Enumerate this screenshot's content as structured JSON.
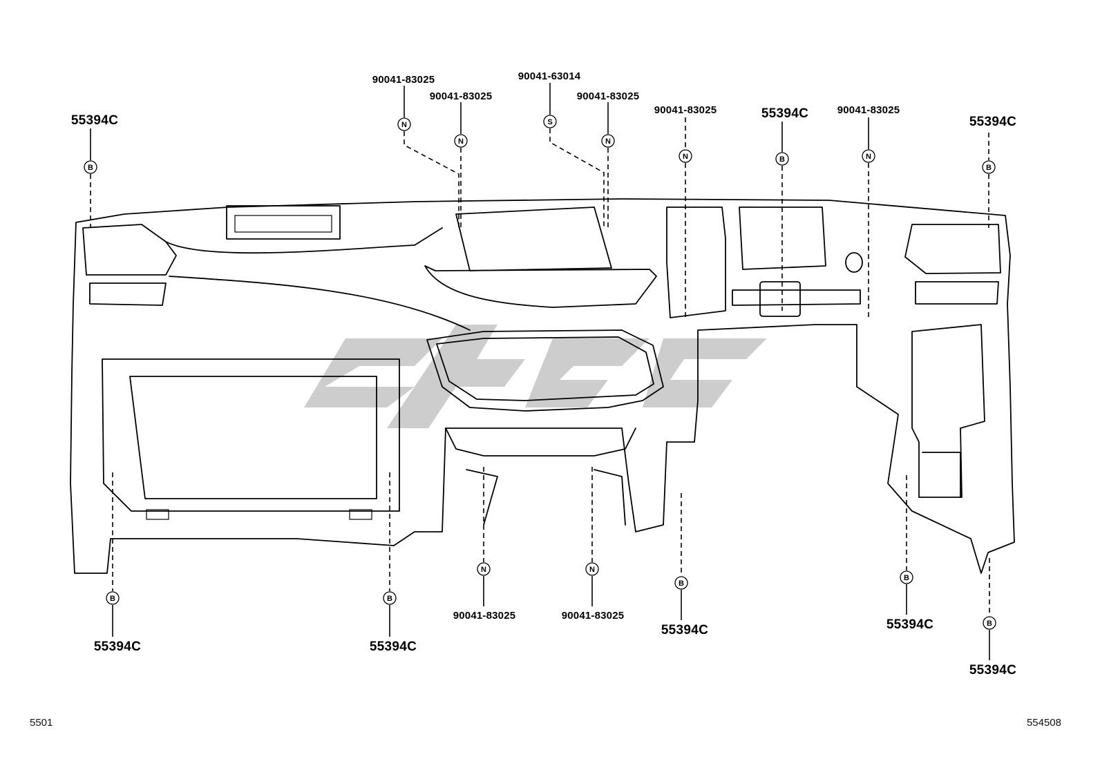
{
  "parts": {
    "clip": "55394C",
    "bolt_a": "90041-83025",
    "bolt_b": "90041-63014"
  },
  "badges": {
    "b": "B",
    "n": "N",
    "s": "S"
  },
  "footer": {
    "left_code": "5501",
    "right_code": "554508"
  },
  "watermark": {
    "color": "#c8c8c8"
  }
}
